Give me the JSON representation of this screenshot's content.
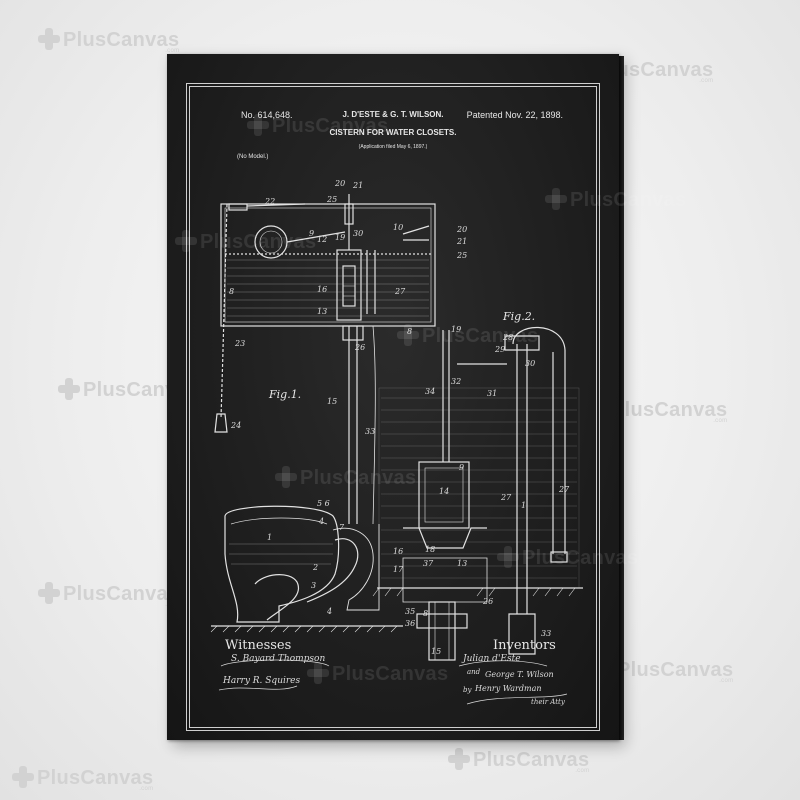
{
  "watermark": {
    "brand": "PlusCanvas",
    "sub": ".com"
  },
  "patent": {
    "number": "No. 614,648.",
    "inventors_line": "J. D'ESTE & G. T. WILSON.",
    "date": "Patented Nov. 22, 1898.",
    "title": "CISTERN FOR WATER CLOSETS.",
    "application": "(Application filed May 6, 1897.)",
    "model": "(No Model.)",
    "fig1": "Fig.1.",
    "fig2": "Fig.2.",
    "witnesses_heading": "Witnesses",
    "inventors_heading": "Inventors",
    "witness_sig_1": "S. Bayard Thompson",
    "witness_sig_2": "Harry R. Squires",
    "inventor_sig_1": "Julian d'Este",
    "inventor_sig_and": "and",
    "inventor_sig_2": "George T. Wilson",
    "inventor_sig_by": "by",
    "inventor_sig_3": "Henry Wardman",
    "inventor_sig_4": "their Atty"
  },
  "colors": {
    "canvas": "#1f1f1f",
    "ink": "#e6e6e6",
    "background": "#efefef",
    "watermark": "#d2d2d2"
  }
}
